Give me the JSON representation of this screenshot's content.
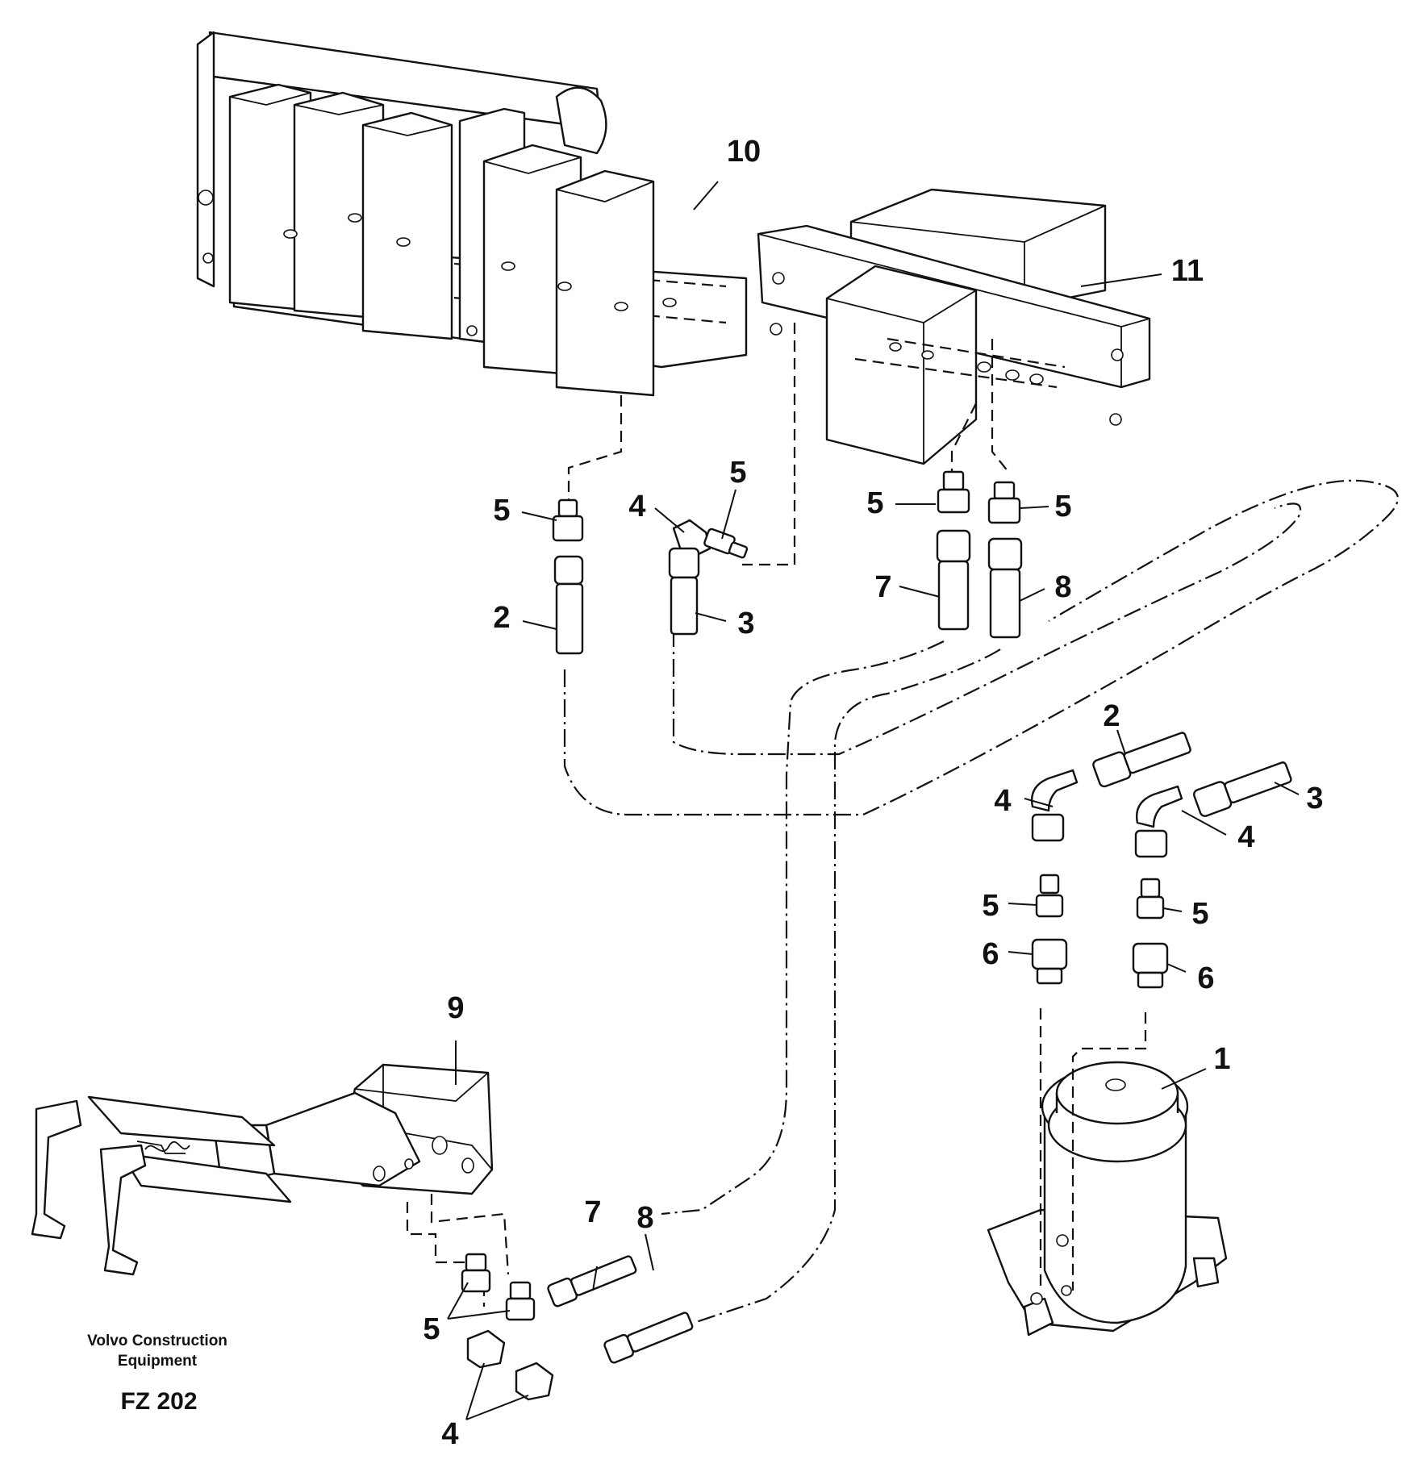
{
  "callouts": {
    "c1": "1",
    "c2a": "2",
    "c2b": "2",
    "c3a": "3",
    "c3b": "3",
    "c4a": "4",
    "c4b": "4",
    "c4c": "4",
    "c4d": "4",
    "c5a": "5",
    "c5b": "5",
    "c5c": "5",
    "c5d": "5",
    "c5e": "5",
    "c5f": "5",
    "c5g": "5",
    "c6a": "6",
    "c6b": "6",
    "c7a": "7",
    "c7b": "7",
    "c8a": "8",
    "c8b": "8",
    "c9": "9",
    "c10": "10",
    "c11": "11"
  },
  "footer": {
    "credit_line1": "Volvo Construction",
    "credit_line2": "Equipment",
    "figure_code": "FZ 202"
  }
}
